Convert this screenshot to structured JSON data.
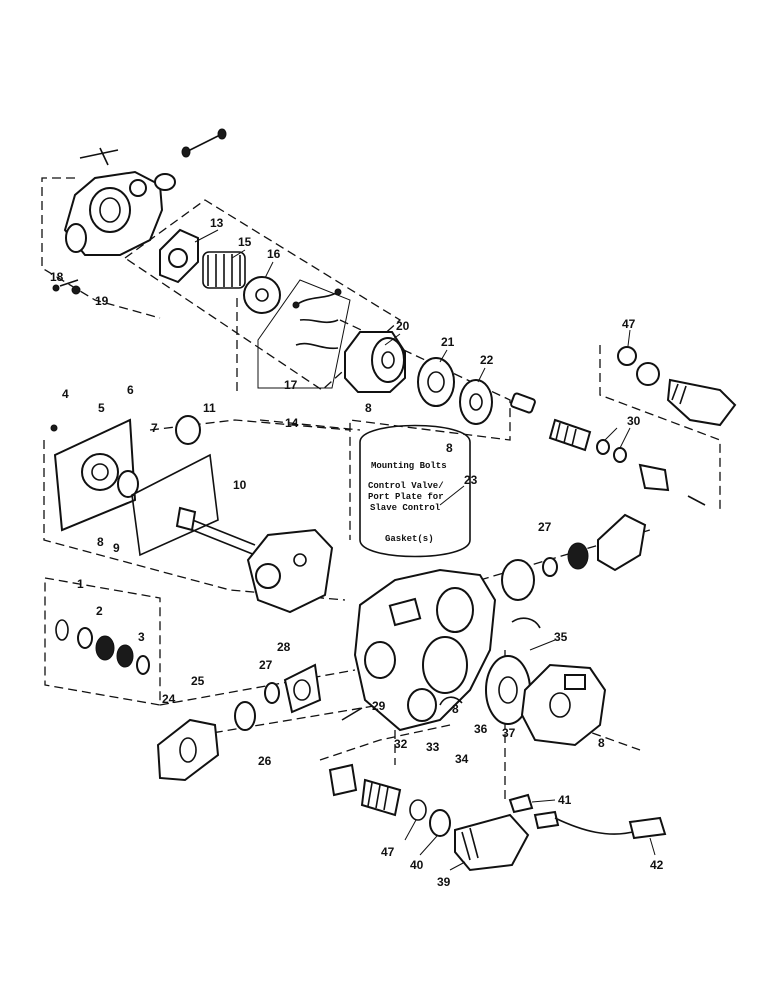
{
  "diagram": {
    "note_box": {
      "lines": [
        "Mounting Bolts",
        "Control Valve/",
        "Port Plate for",
        "Slave Control",
        "Gasket(s)"
      ]
    },
    "callouts": [
      "1",
      "2",
      "3",
      "4",
      "5",
      "6",
      "7",
      "8",
      "8",
      "8",
      "8",
      "8",
      "9",
      "10",
      "11",
      "13",
      "14",
      "15",
      "16",
      "17",
      "18",
      "19",
      "20",
      "21",
      "22",
      "23",
      "24",
      "25",
      "26",
      "27",
      "27",
      "28",
      "29",
      "30",
      "32",
      "33",
      "34",
      "35",
      "36",
      "37",
      "39",
      "40",
      "41",
      "42",
      "47",
      "47"
    ]
  }
}
